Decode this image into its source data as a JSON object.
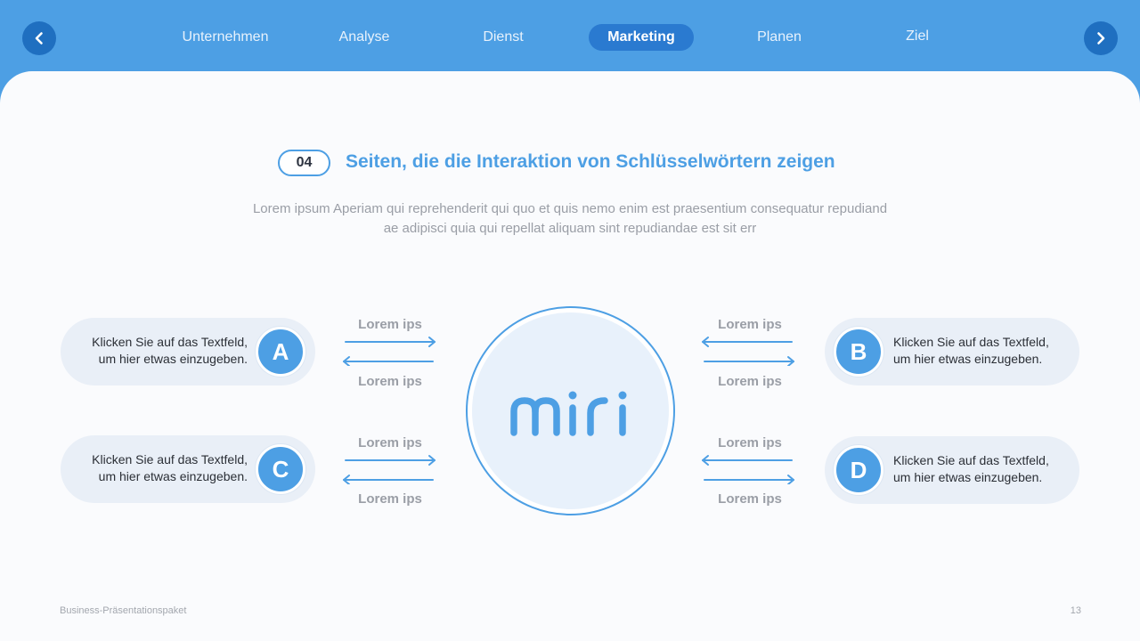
{
  "nav": {
    "tabs": [
      {
        "label": "Unternehmen"
      },
      {
        "label": "Analyse"
      },
      {
        "label": "Dienst"
      },
      {
        "label": "Marketing",
        "active": true
      },
      {
        "label": "Planen"
      },
      {
        "label": "Ziel"
      }
    ],
    "prev_icon": "chevron-left-icon",
    "next_icon": "chevron-right-icon"
  },
  "section": {
    "number": "04",
    "title": "Seiten, die die Interaktion von Schlüsselwörtern zeigen",
    "description_line1": "Lorem ipsum Aperiam qui reprehenderit qui quo et quis nemo enim est praesentium consequatur repudiand",
    "description_line2": "ae adipisci quia qui repellat aliquam sint repudiandae est sit err"
  },
  "center": {
    "brand": "miri"
  },
  "items": [
    {
      "letter": "A",
      "line1": "Klicken Sie auf das Textfeld,",
      "line2": "um hier etwas einzugeben."
    },
    {
      "letter": "B",
      "line1": "Klicken Sie auf das Textfeld,",
      "line2": "um hier etwas einzugeben."
    },
    {
      "letter": "C",
      "line1": "Klicken Sie auf das Textfeld,",
      "line2": "um hier etwas einzugeben."
    },
    {
      "letter": "D",
      "line1": "Klicken Sie auf das Textfeld,",
      "line2": "um hier etwas einzugeben."
    }
  ],
  "connectors": {
    "a_top": "Lorem ips",
    "a_bottom": "Lorem ips",
    "b_top": "Lorem ips",
    "b_bottom": "Lorem ips",
    "c_top": "Lorem ips",
    "c_bottom": "Lorem ips",
    "d_top": "Lorem ips",
    "d_bottom": "Lorem ips"
  },
  "footer": {
    "left": "Business-Präsentationspaket",
    "page": "13"
  },
  "colors": {
    "accent": "#4d9fe4",
    "accent_dark": "#1f6fc0",
    "pill": "#e9eff7",
    "text_gray": "#9a9ea6"
  }
}
